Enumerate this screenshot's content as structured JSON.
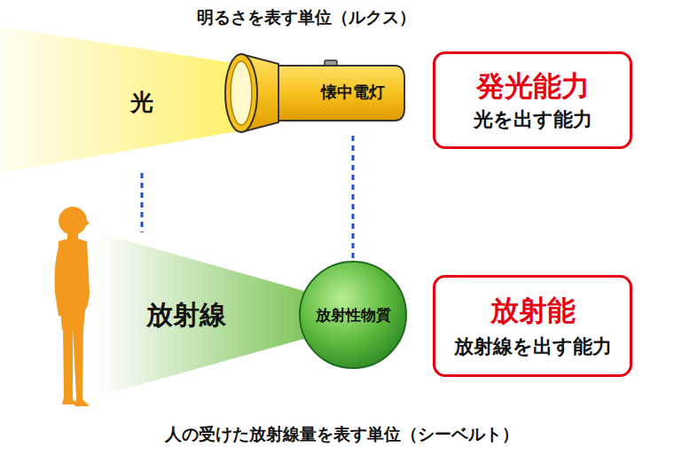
{
  "diagram": {
    "nodes": [
      {
        "text": [
          "光"
        ]
      },
      {
        "text": [
          "懐中電灯"
        ]
      },
      {
        "text": [
          "発光能力",
          "光を出す能力"
        ]
      },
      {
        "text": [
          "放射線"
        ]
      },
      {
        "text": [
          "放射性物質"
        ]
      },
      {
        "text": [
          "放射能",
          "放射線を出す能力"
        ]
      }
    ],
    "edges": [
      {
        "from": 0,
        "to": 3,
        "arrow": "none"
      },
      {
        "from": 1,
        "to": 4,
        "arrow": "none"
      }
    ],
    "labels": [
      "明るさを表す単位（ルクス）",
      "人の受けた放射線量を表す単位（シーベルト）"
    ]
  }
}
